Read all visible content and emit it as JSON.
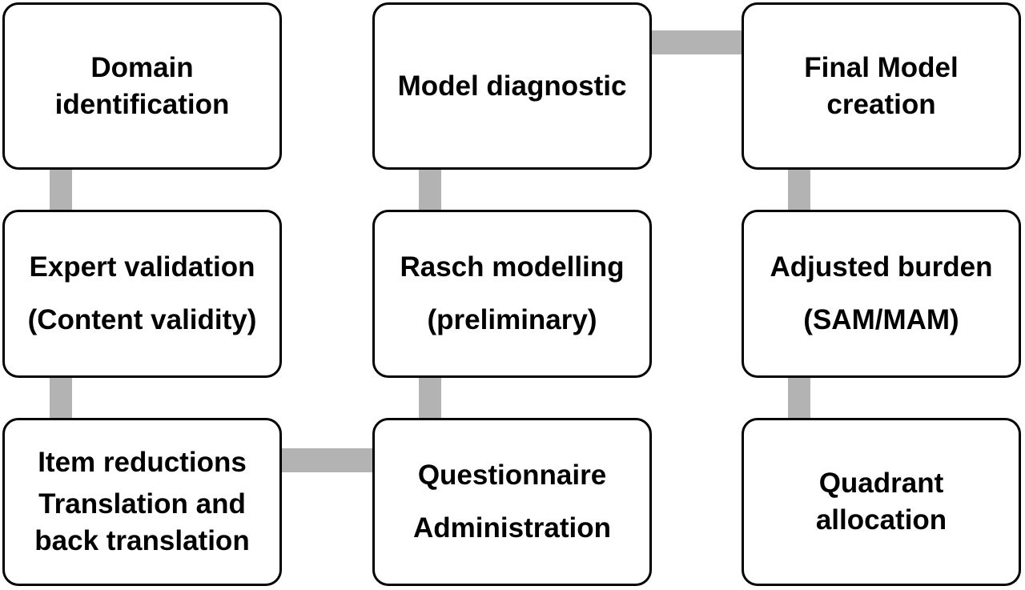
{
  "diagram": {
    "boxes": {
      "domain_identification": {
        "lines": [
          "Domain",
          "identification"
        ]
      },
      "model_diagnostic": {
        "lines": [
          "Model diagnostic"
        ]
      },
      "final_model_creation": {
        "lines": [
          "Final Model",
          "creation"
        ]
      },
      "expert_validation": {
        "lines": [
          "Expert validation",
          "(Content validity)"
        ]
      },
      "rasch_modelling": {
        "lines": [
          "Rasch modelling",
          "(preliminary)"
        ]
      },
      "adjusted_burden": {
        "lines": [
          "Adjusted burden",
          "(SAM/MAM)"
        ]
      },
      "item_reductions": {
        "lines": [
          "Item reductions",
          "Translation and",
          "back translation"
        ]
      },
      "questionnaire_administration": {
        "lines": [
          "Questionnaire",
          "Administration"
        ]
      },
      "quadrant_allocation": {
        "lines": [
          "Quadrant",
          "allocation"
        ]
      }
    },
    "colors": {
      "box_border": "#000000",
      "box_fill": "#ffffff",
      "connector": "#b3b3b3",
      "text": "#000000"
    }
  }
}
